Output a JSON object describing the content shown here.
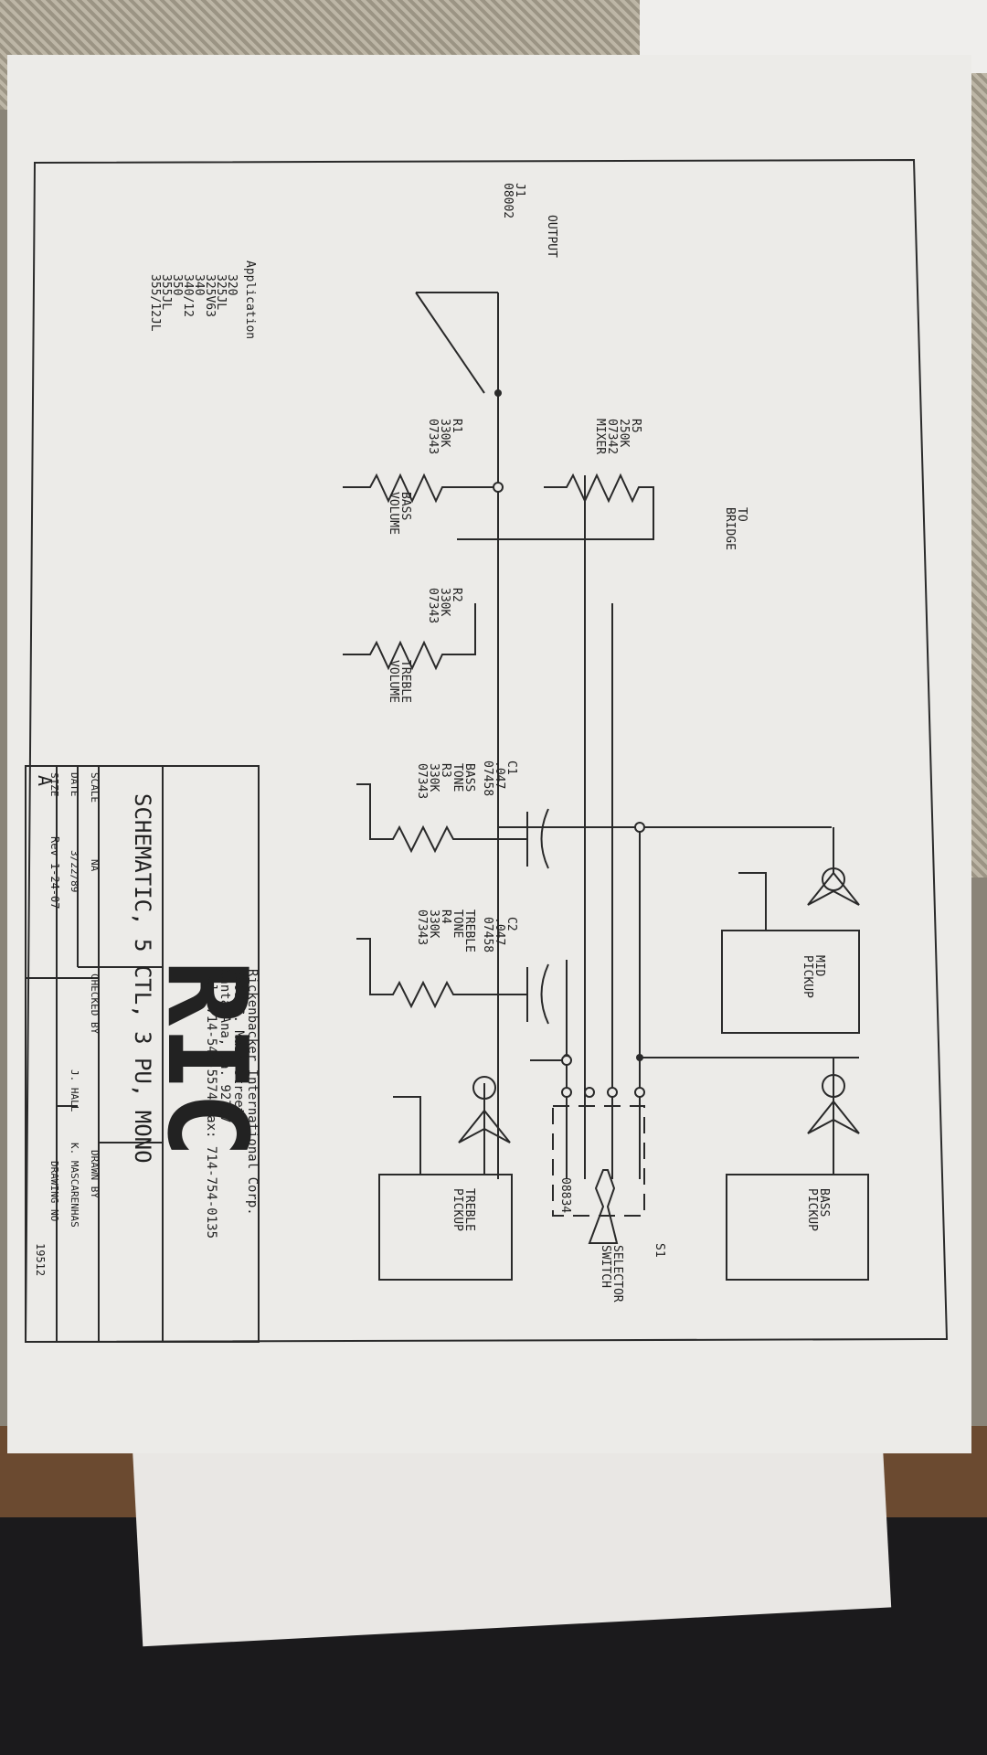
{
  "drawing": {
    "application_heading": "Application",
    "applications": [
      "320",
      "325JL",
      "325V63",
      "340",
      "340/12",
      "350",
      "355JL",
      "355/12JL"
    ],
    "output": {
      "ref": "J1",
      "part": "08002",
      "label": "OUTPUT"
    },
    "to_bridge": [
      "TO",
      "BRIDGE"
    ],
    "r5": {
      "ref": "R5",
      "value": "250K",
      "part": "07342",
      "name": "MIXER"
    },
    "r1": {
      "ref": "R1",
      "value": "330K",
      "part": "07343",
      "name": [
        "BASS",
        "VOLUME"
      ]
    },
    "r2": {
      "ref": "R2",
      "value": "330K",
      "part": "07343",
      "name": [
        "TREBLE",
        "VOLUME"
      ]
    },
    "r3": {
      "ref": "R3",
      "value": "330K",
      "part": "07343",
      "name": [
        "BASS",
        "TONE"
      ]
    },
    "r4": {
      "ref": "R4",
      "value": "330K",
      "part": "07343",
      "name": [
        "TREBLE",
        "TONE"
      ]
    },
    "c1": {
      "ref": "C1",
      "value": ".047",
      "part": "07458"
    },
    "c2": {
      "ref": "C2",
      "value": ".047",
      "part": "07458"
    },
    "pickups": {
      "mid": [
        "MID",
        "PICKUP"
      ],
      "bass": [
        "BASS",
        "PICKUP"
      ],
      "treble": [
        "TREBLE",
        "PICKUP"
      ]
    },
    "switch": {
      "ref": "S1",
      "part": "08834",
      "name": [
        "SELECTOR",
        "SWITCH"
      ]
    }
  },
  "title_block": {
    "logo": "RIC",
    "company": "Rickenbacker International Corp.",
    "address1": "3895 S. Main Street",
    "address2": "Santa Ana, Ca. 92707",
    "phone": "Tel: 714-545-5574  Fax: 714-754-0135",
    "title": "SCHEMATIC, 5 CTL, 3 PU, MONO",
    "scale_label": "SCALE",
    "scale": "NA",
    "date_label": "DATE",
    "date": "3/22/89",
    "checked_label": "CHECKED BY",
    "checked": "J. HALL",
    "drawn_label": "DRAWN BY",
    "drawn": "K. MASCARENHAS",
    "size_label": "SIZE",
    "size": "A",
    "rev": "Rev 1-24-07",
    "drawing_no_label": "DRAWING NO",
    "drawing_no": "19512"
  }
}
